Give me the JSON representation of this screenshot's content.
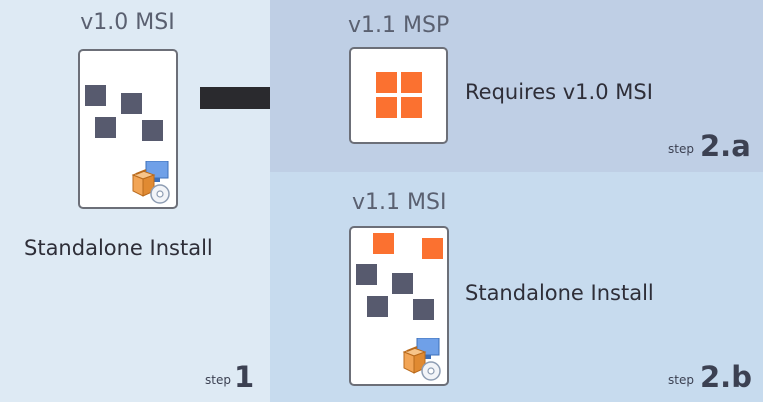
{
  "step1": {
    "package_title": "v1.0 MSI",
    "description": "Standalone Install",
    "step_label": "step",
    "step_number": "1"
  },
  "step2a": {
    "package_title": "v1.1 MSP",
    "description": "Requires v1.0 MSI",
    "step_label": "step",
    "step_number": "2.a"
  },
  "step2b": {
    "package_title": "v1.1 MSI",
    "description": "Standalone Install",
    "step_label": "step",
    "step_number": "2.b"
  },
  "icons": {
    "installer": "installer-box-cd-icon",
    "arrow": "arrow-right-icon",
    "patch": "patch-grid-icon"
  },
  "colors": {
    "panel_step1": "#deeaf4",
    "panel_step2a": "#bfcfe5",
    "panel_step2b": "#c7dbee",
    "dark_square": "#575a6e",
    "orange_square": "#fb7130",
    "arrow": "#2a2a2e"
  }
}
